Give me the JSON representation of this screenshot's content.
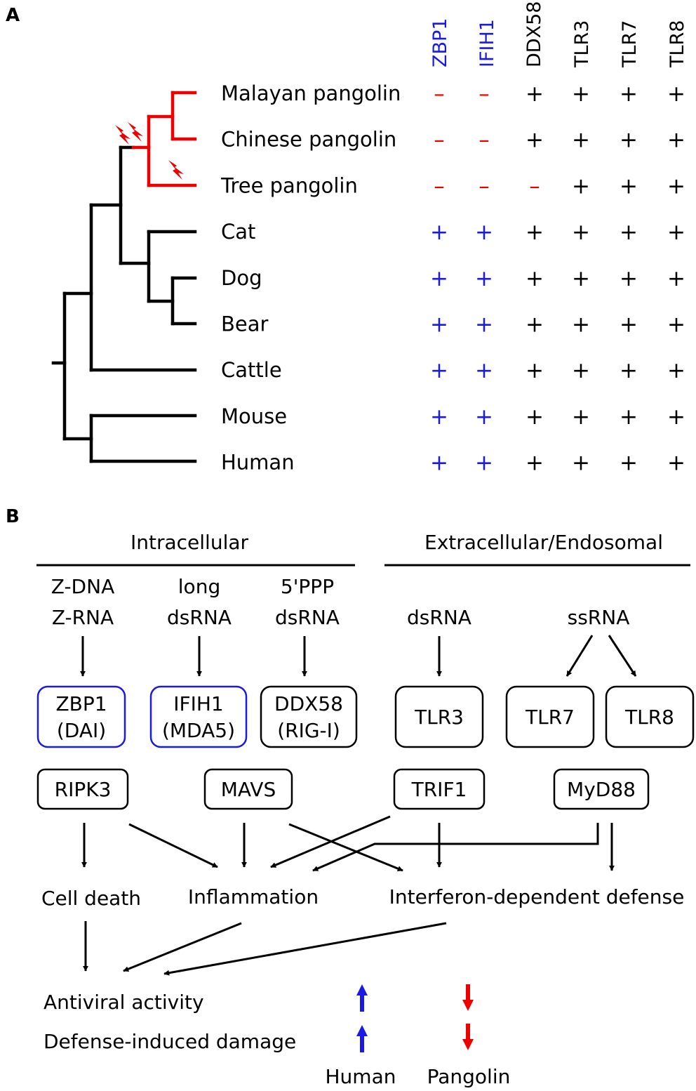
{
  "panel_a": {
    "label": "A",
    "gene_headers": [
      "ZBP1",
      "IFIH1",
      "DDX58",
      "TLR3",
      "TLR7",
      "TLR8"
    ],
    "species": [
      {
        "name": "Malayan pangolin",
        "marks": [
          "–",
          "–",
          "+",
          "+",
          "+",
          "+"
        ]
      },
      {
        "name": "Chinese pangolin",
        "marks": [
          "–",
          "–",
          "+",
          "+",
          "+",
          "+"
        ]
      },
      {
        "name": "Tree pangolin",
        "marks": [
          "–",
          "–",
          "–",
          "+",
          "+",
          "+"
        ]
      },
      {
        "name": "Cat",
        "marks": [
          "+",
          "+",
          "+",
          "+",
          "+",
          "+"
        ]
      },
      {
        "name": "Dog",
        "marks": [
          "+",
          "+",
          "+",
          "+",
          "+",
          "+"
        ]
      },
      {
        "name": "Bear",
        "marks": [
          "+",
          "+",
          "+",
          "+",
          "+",
          "+"
        ]
      },
      {
        "name": "Cattle",
        "marks": [
          "+",
          "+",
          "+",
          "+",
          "+",
          "+"
        ]
      },
      {
        "name": "Mouse",
        "marks": [
          "+",
          "+",
          "+",
          "+",
          "+",
          "+"
        ]
      },
      {
        "name": "Human",
        "marks": [
          "+",
          "+",
          "+",
          "+",
          "+",
          "+"
        ]
      }
    ]
  },
  "panel_b": {
    "label": "B",
    "intracellular_title": "Intracellular",
    "extracellular_title": "Extracellular/Endosomal",
    "ligands": {
      "zdna_line1": "Z-DNA",
      "zdna_line2": "Z-RNA",
      "long_line1": "long",
      "long_line2": "dsRNA",
      "ppp_line1": "5'PPP",
      "ppp_line2": "dsRNA",
      "dsrna": "dsRNA",
      "ssrna": "ssRNA"
    },
    "receptors": {
      "zbp1_line1": "ZBP1",
      "zbp1_line2": "(DAI)",
      "ifih1_line1": "IFIH1",
      "ifih1_line2": "(MDA5)",
      "ddx58_line1": "DDX58",
      "ddx58_line2": "(RIG-I)",
      "tlr3": "TLR3",
      "tlr7": "TLR7",
      "tlr8": "TLR8"
    },
    "adaptors": {
      "ripk3": "RIPK3",
      "mavs": "MAVS",
      "trif1": "TRIF1",
      "myd88": "MyD88"
    },
    "outcomes": {
      "cell_death": "Cell death",
      "inflammation": "Inflammation",
      "ifn_defense": "Interferon-dependent defense"
    },
    "results": {
      "antiviral": "Antiviral activity",
      "damage": "Defense-induced damage",
      "human": "Human",
      "pangolin": "Pangolin"
    },
    "colors": {
      "human_arrow": "#1a1ae6",
      "pangolin_arrow": "#ee0000",
      "loss": "#ee0000"
    }
  }
}
